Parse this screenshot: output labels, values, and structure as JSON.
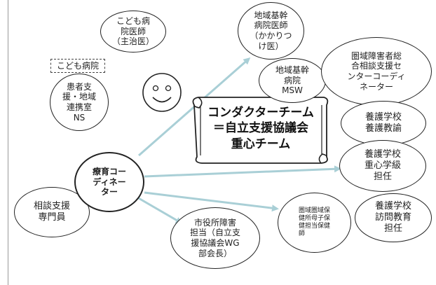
{
  "banner": {
    "text": "コンダクターチーム\n＝自立支援協議会\n重心チーム"
  },
  "hospital_box": {
    "label": "こども病院"
  },
  "center": {
    "label": "療育コー\nディネー\nター"
  },
  "nodes": [
    {
      "id": "pediatric-doctor",
      "label": "こども病\n院医師\n（主治医）"
    },
    {
      "id": "patient-support-ns",
      "label": "患者支\n援・地域\n連携室\nNS"
    },
    {
      "id": "regional-doctor",
      "label": "地域基幹\n病院医師\n（かかりつ\nけ医）"
    },
    {
      "id": "regional-msw",
      "label": "地域基幹\n病院\nMSW"
    },
    {
      "id": "disability-center",
      "label": "圏域障害者総\n合相談支援セ\nンターコーディ\nネーター"
    },
    {
      "id": "school-nurse",
      "label": "養護学校\n養護教諭"
    },
    {
      "id": "school-class-teacher",
      "label": "養護学校\n重心学級\n担任"
    },
    {
      "id": "school-visit-teacher",
      "label": "養護学校\n訪問教育\n担任"
    },
    {
      "id": "health-center",
      "label": "圏域圏域保\n健所母子保\n健担当保健\n師"
    },
    {
      "id": "city-office",
      "label": "市役所障害\n担当（自立支\n援協議会WG\n部会長）"
    },
    {
      "id": "consult-specialist",
      "label": "相談支援\n専門員"
    }
  ],
  "colors": {
    "arrow": "#a9cfd6",
    "stroke": "#222222",
    "scroll_fill": "#ffffff"
  }
}
